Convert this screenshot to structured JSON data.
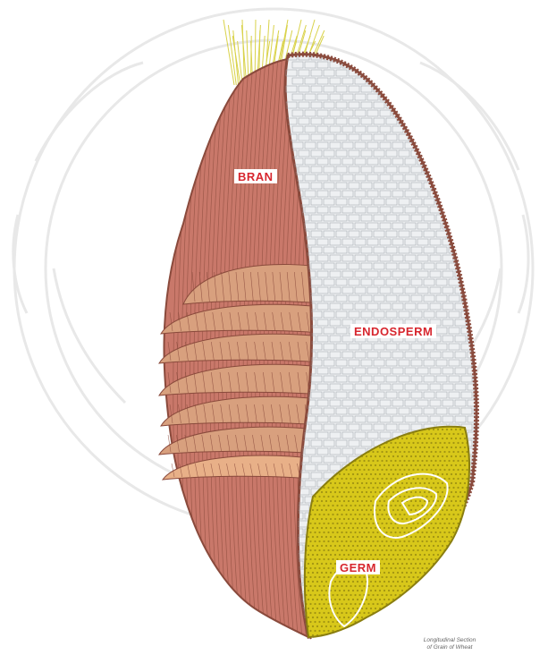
{
  "labels": {
    "bran": "BRAN",
    "endosperm": "ENDOSPERM",
    "germ": "GERM"
  },
  "caption": {
    "line1": "Longitudinal Section",
    "line2": "of Grain of Wheat"
  },
  "colors": {
    "bran": "#c9786a",
    "bran_dark": "#8a4a3c",
    "bran_layer": "#d8a07e",
    "endosperm": "#eef0f2",
    "germ": "#d8c81a",
    "germ_dark": "#8a7e10",
    "hair": "#d9d24a",
    "label_text": "#d7262e",
    "watermark": "#e6e6e6"
  },
  "icons": {
    "watermark": "university-seal-watermark"
  }
}
